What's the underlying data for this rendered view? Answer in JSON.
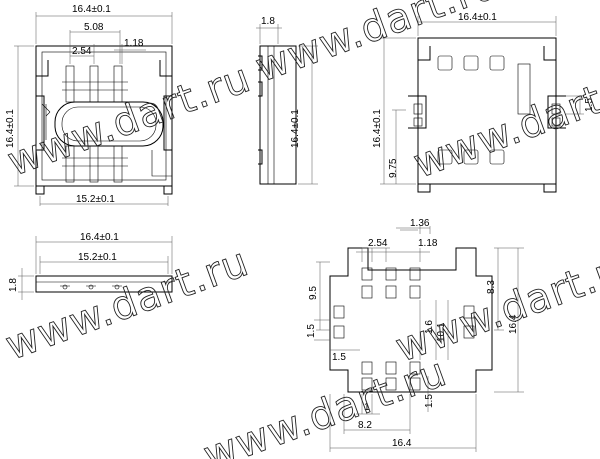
{
  "views": {
    "front_top": {
      "width_total": "16.4±0.1",
      "pitch_5": "5.08",
      "pitch_2": "2.54",
      "pad": "1.18",
      "height": "16.4±0.1",
      "width_bottom": "15.2±0.1"
    },
    "side": {
      "thickness": "1.8",
      "height": "16.4±0.1"
    },
    "right_top": {
      "width": "16.4±0.1",
      "height": "16.4±0.1",
      "offset": "9.75",
      "small": "1.5"
    },
    "bottom_left": {
      "width_total": "16.4±0.1",
      "width_inner": "15.2±0.1",
      "thickness": "1.8"
    },
    "footprint": {
      "top_small": "1.36",
      "pitch": "2.54",
      "pad": "1.18",
      "left_tall": "9.5",
      "right_tall": "8.3",
      "right_outer": "16.4",
      "mid_left": "1.5",
      "mid_1": "1.6",
      "mid_2": "10.1",
      "bottom_left_small": "1.5",
      "bottom_one": "1",
      "bottom_right_small": "1.5",
      "bottom_mid": "8.2",
      "bottom_total": "16.4"
    }
  },
  "watermark": "www.dart.ru"
}
